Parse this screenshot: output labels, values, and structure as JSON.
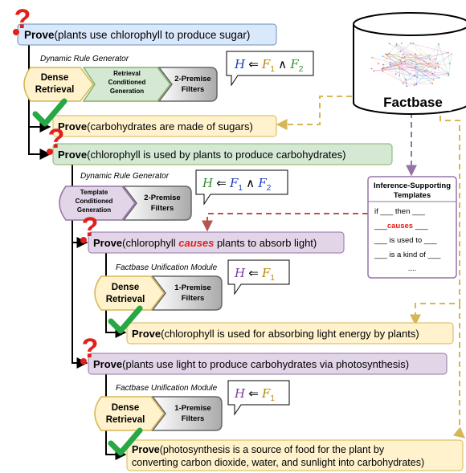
{
  "goals": {
    "g0": {
      "bold": "Prove",
      "rest": "(plants use chlorophyll to produce sugar)"
    },
    "g1": {
      "bold": "Prove",
      "rest": "(carbohydrates are made of sugars)"
    },
    "g2": {
      "bold": "Prove",
      "rest": "(chlorophyll is used by plants to produce carbohydrates)"
    },
    "g3": {
      "bold": "Prove",
      "pre": "(chlorophyll ",
      "emph": "causes",
      "post": " plants to absorb light)"
    },
    "g4": {
      "bold": "Prove",
      "rest": "(chlorophyll is used for absorbing light energy by plants)"
    },
    "g5": {
      "bold": "Prove",
      "rest": "(plants use light to produce carbohydrates via photosynthesis)"
    },
    "g6": {
      "bold": "Prove",
      "line1": "(photosynthesis is a source of food for the plant by",
      "line2": "converting carbon dioxide, water, and sunlight into carbohydrates)"
    }
  },
  "modules": {
    "drg1": {
      "title": "Dynamic Rule Generator",
      "s1_l1": "Dense",
      "s1_l2": "Retrieval",
      "s2_l1": "Retrieval",
      "s2_l2": "Conditioned",
      "s2_l3": "Generation",
      "s3_l1": "2-Premise",
      "s3_l2": "Filters"
    },
    "drg2": {
      "title": "Dynamic Rule Generator",
      "s1_l1": "Template",
      "s1_l2": "Conditioned",
      "s1_l3": "Generation",
      "s2_l1": "2-Premise",
      "s2_l2": "Filters"
    },
    "fum1": {
      "title": "Factbase Unification Module",
      "s1_l1": "Dense",
      "s1_l2": "Retrieval",
      "s2_l1": "1-Premise",
      "s2_l2": "Filters"
    },
    "fum2": {
      "title": "Factbase Unification Module",
      "s1_l1": "Dense",
      "s1_l2": "Retrieval",
      "s2_l1": "1-Premise",
      "s2_l2": "Filters"
    }
  },
  "formulas": {
    "two_premise": {
      "H": "H",
      "arrow": " ⇐ ",
      "F1": "F",
      "s1": "1",
      "and": " ∧ ",
      "F2": "F",
      "s2": "2"
    },
    "one_premise": {
      "H": "H",
      "arrow": " ⇐ ",
      "F1": "F",
      "s1": "1"
    }
  },
  "factbase": {
    "label": "Factbase"
  },
  "templates": {
    "title_l1": "Inference-Supporting",
    "title_l2": "Templates",
    "t1": "if ___ then ___",
    "t2_pre": "___",
    "t2_emph": "causes",
    "t2_post": " ___",
    "t3": "___ is used to ___",
    "t4": "___ is a kind of ___",
    "t5": "...."
  },
  "icons": {
    "question": "?"
  },
  "colors": {
    "blue_fill": "#dae8fc",
    "blue_stroke": "#6c8ebf",
    "green_fill": "#d5e8d4",
    "green_stroke": "#82b366",
    "purple_fill": "#e1d5e7",
    "purple_stroke": "#9673a6",
    "yellow_fill": "#fff2cc",
    "yellow_stroke": "#d6b656",
    "red": "#e0201b",
    "check": "#28a745",
    "dashed_gold": "#d6b656",
    "dashed_red": "#b85450",
    "dashed_purple": "#9673a6"
  }
}
